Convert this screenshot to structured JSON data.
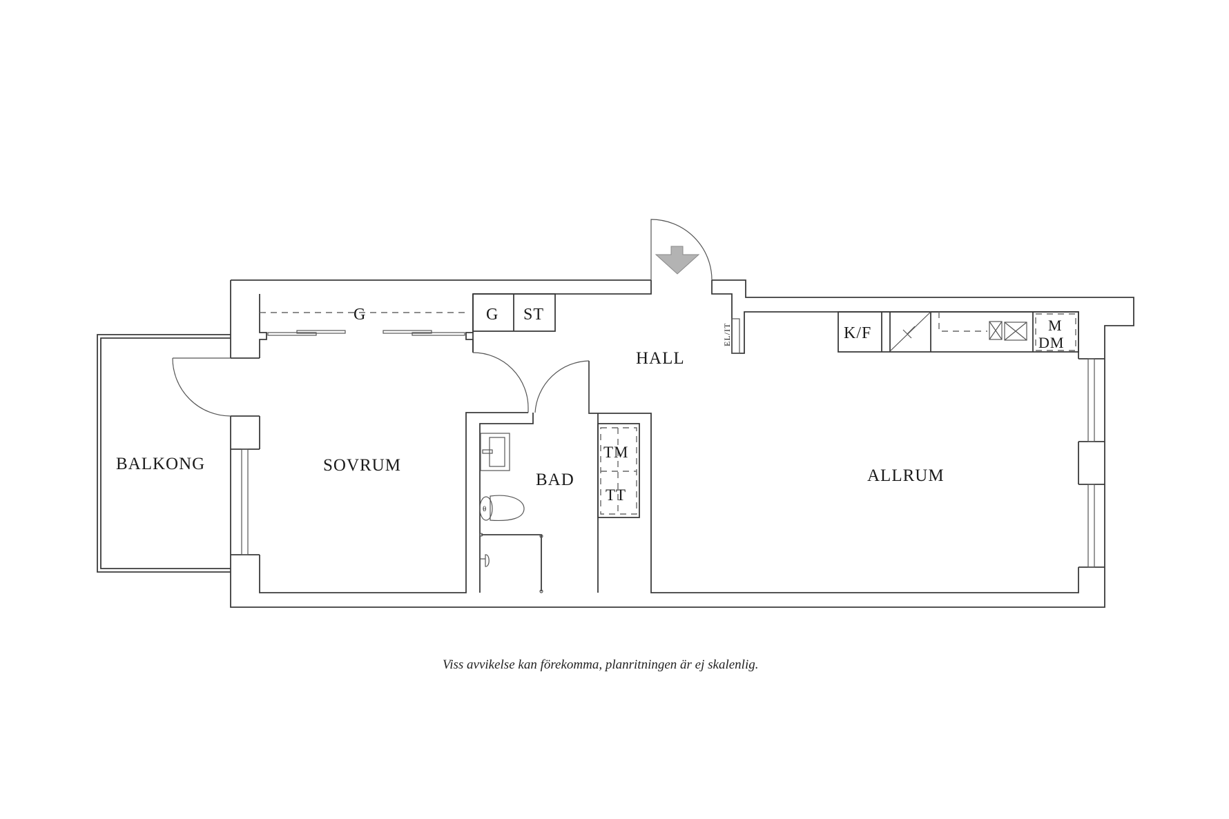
{
  "plan": {
    "rooms": {
      "balkong": "BALKONG",
      "sovrum": "SOVRUM",
      "bad": "BAD",
      "hall": "HALL",
      "allrum": "ALLRUM"
    },
    "fixtures": {
      "wardrobe_sovrum": "G",
      "wardrobe_hall": "G",
      "storage_hall": "ST",
      "electrical_it": "EL/IT",
      "fridge_freezer": "K/F",
      "microwave": "M",
      "dishwasher": "DM",
      "washing_machine": "TM",
      "tumble_dryer": "TT"
    },
    "entrance_arrow_color": "#b3b3b3",
    "wall_color": "#3a3a3a"
  },
  "caption": "Viss avvikelse kan förekomma, planritningen är ej skalenlig."
}
